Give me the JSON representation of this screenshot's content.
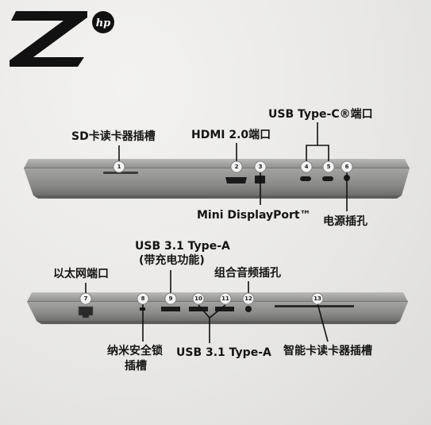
{
  "brand": {
    "logo_letter": "Z",
    "logo_badge": "hp"
  },
  "top_view": {
    "badges": [
      "1",
      "2",
      "3",
      "4",
      "5",
      "6"
    ],
    "labels": {
      "sd_slot": "SD卡读卡器插槽",
      "hdmi": "HDMI 2.0端口",
      "usb_c": "USB Type-C®端口",
      "mini_dp": "Mini DisplayPort™",
      "power": "电源插孔"
    }
  },
  "bottom_view": {
    "badges": [
      "7",
      "8",
      "9",
      "10",
      "11",
      "12",
      "13"
    ],
    "labels": {
      "ethernet": "以太网端口",
      "usb_a_charging_line1": "USB 3.1 Type-A",
      "usb_a_charging_line2": "(带充电功能)",
      "audio": "组合音频插孔",
      "lock_line1": "纳米安全锁",
      "lock_line2": "插槽",
      "usb_a": "USB 3.1 Type-A",
      "smart_card": "智能卡读卡器插槽"
    }
  },
  "colors": {
    "body": "#9a9a98",
    "text": "#141414",
    "badge": "#f2f2f2"
  }
}
